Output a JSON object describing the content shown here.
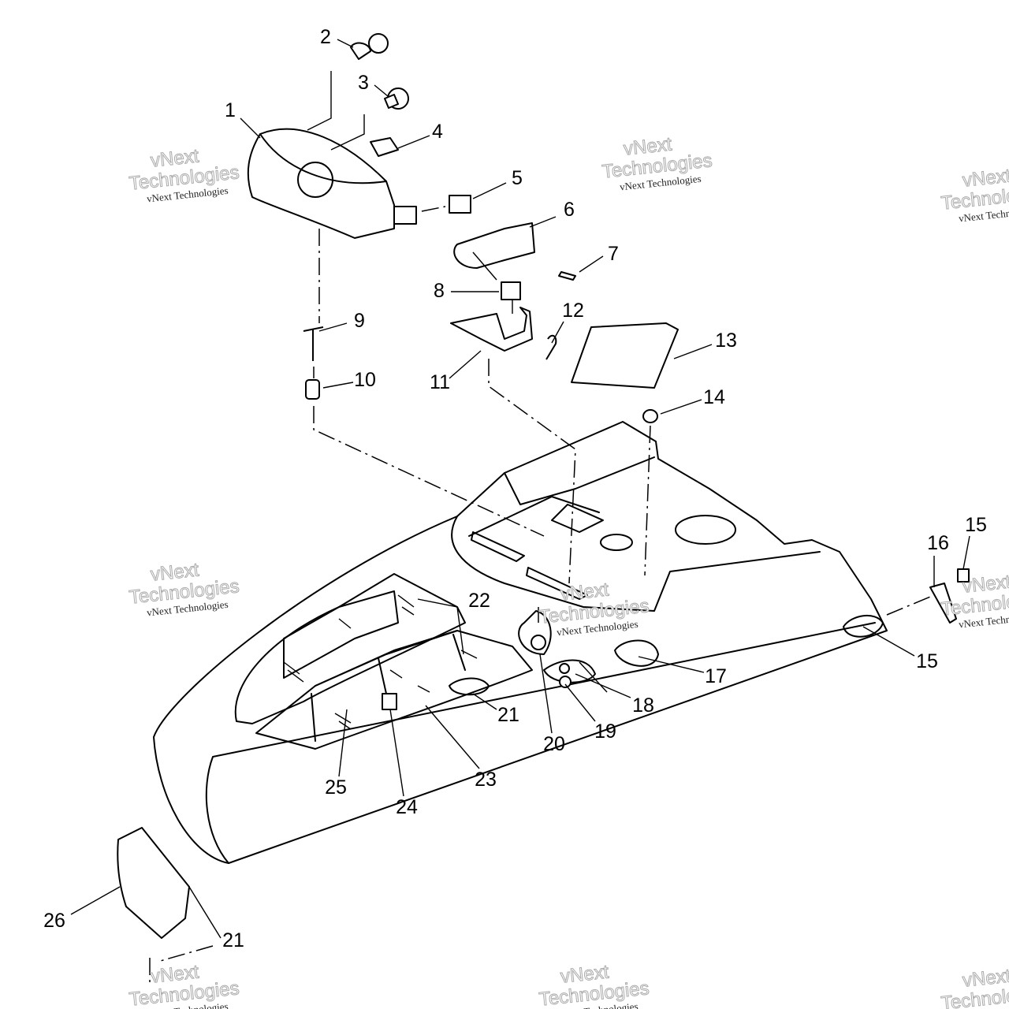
{
  "diagram": {
    "callouts": [
      "2",
      "3",
      "1",
      "4",
      "5",
      "6",
      "7",
      "8",
      "9",
      "12",
      "13",
      "10",
      "11",
      "14",
      "15",
      "16",
      "22",
      "15",
      "17",
      "21",
      "18",
      "19",
      "20",
      "23",
      "25",
      "24",
      "26",
      "21"
    ],
    "watermark_small": "vNext Technologies",
    "watermark_big_1": "vNext",
    "watermark_big_2": "Technologies"
  }
}
